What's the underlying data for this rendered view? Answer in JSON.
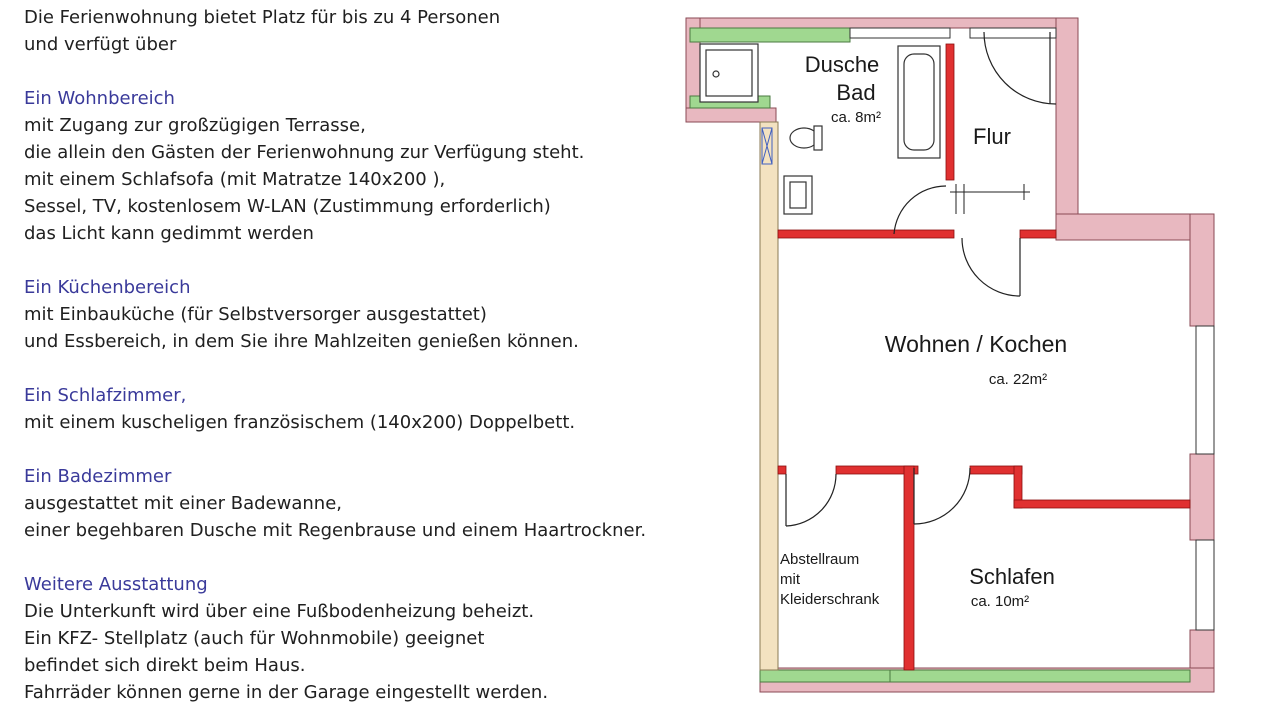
{
  "description": {
    "intro": [
      "Die Ferienwohnung bietet Platz für bis zu 4 Personen",
      "und verfügt über"
    ],
    "sections": [
      {
        "heading": "Ein Wohnbereich",
        "lines": [
          "mit Zugang zur großzügigen Terrasse,",
          "die allein den Gästen der Ferienwohnung zur Verfügung steht.",
          "mit einem Schlafsofa (mit Matratze 140x200 ),",
          "Sessel, TV, kostenlosem W-LAN (Zustimmung erforderlich)",
          "das Licht kann gedimmt werden"
        ]
      },
      {
        "heading": "Ein Küchenbereich",
        "lines": [
          "mit Einbauküche (für Selbstversorger ausgestattet)",
          "und Essbereich, in dem Sie ihre Mahlzeiten genießen können."
        ]
      },
      {
        "heading": "Ein Schlafzimmer,",
        "lines": [
          "mit einem kuscheligen französischem (140x200) Doppelbett."
        ]
      },
      {
        "heading": "Ein Badezimmer",
        "lines": [
          "ausgestattet mit einer Badewanne,",
          "einer begehbaren Dusche mit Regenbrause und einem Haartrockner."
        ]
      },
      {
        "heading": "Weitere Ausstattung",
        "lines": [
          "Die Unterkunft wird über eine Fußbodenheizung beheizt.",
          "Ein KFZ- Stellplatz (auch für Wohnmobile) geeignet",
          "befindet sich direkt beim Haus.",
          "Fahrräder können gerne in der Garage eingestellt werden."
        ]
      }
    ]
  },
  "floorplan": {
    "rooms": {
      "bath": {
        "name1": "Dusche",
        "name2": "Bad",
        "area": "ca. 8m²"
      },
      "hall": {
        "name": "Flur"
      },
      "living": {
        "name": "Wohnen / Kochen",
        "area": "ca. 22m²"
      },
      "storage": {
        "line1": "Abstellraum",
        "line2": "mit",
        "line3": "Kleiderschrank"
      },
      "bedroom": {
        "name": "Schlafen",
        "area": "ca. 10m²"
      }
    },
    "colors": {
      "exterior_wall": "#e8b8c0",
      "interior_wall": "#e03030",
      "window": "#a0d890",
      "storage_wall": "#f3e2c0"
    }
  }
}
